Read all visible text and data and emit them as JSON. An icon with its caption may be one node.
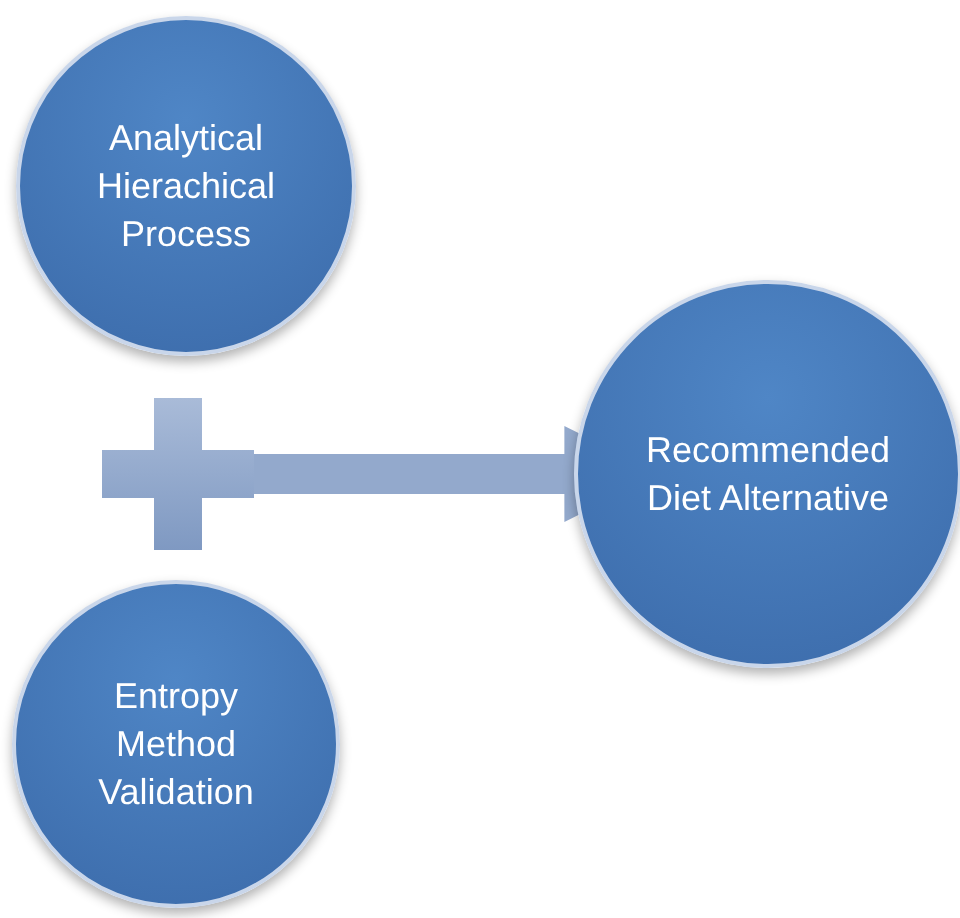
{
  "diagram": {
    "nodes": [
      {
        "text": [
          "Analytical Hierachical Process"
        ]
      },
      {
        "text": [],
        "shape": "plus"
      },
      {
        "text": [
          "Entropy Method Validation"
        ]
      },
      {
        "text": [
          "Recommended Diet Alternative"
        ]
      }
    ],
    "edges": [
      {
        "from": 1,
        "to": 3,
        "arrow": "to"
      }
    ]
  }
}
